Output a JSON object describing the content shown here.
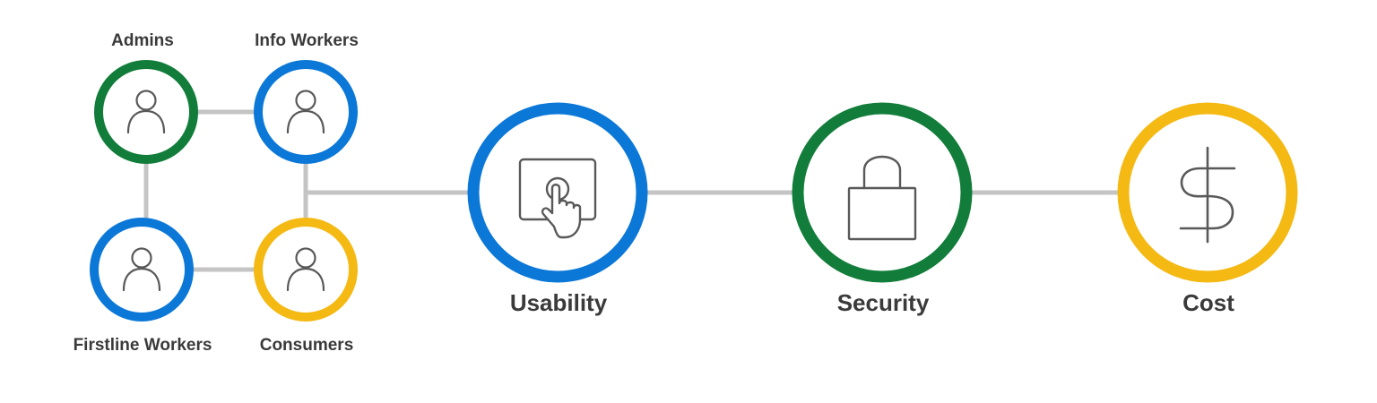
{
  "colors": {
    "green": "#127d3a",
    "blue": "#0b78d8",
    "yellow": "#f5b914",
    "connector": "#c4c4c4",
    "icon": "#595959",
    "text": "#3a3a3a"
  },
  "personas": [
    {
      "label": "Admins",
      "color": "green",
      "icon": "person-icon"
    },
    {
      "label": "Info Workers",
      "color": "blue",
      "icon": "person-icon"
    },
    {
      "label": "Firstline Workers",
      "color": "blue",
      "icon": "person-icon"
    },
    {
      "label": "Consumers",
      "color": "yellow",
      "icon": "person-icon"
    }
  ],
  "pillars": [
    {
      "label": "Usability",
      "color": "blue",
      "icon": "touch-screen-icon"
    },
    {
      "label": "Security",
      "color": "green",
      "icon": "lock-icon"
    },
    {
      "label": "Cost",
      "color": "yellow",
      "icon": "dollar-icon"
    }
  ]
}
